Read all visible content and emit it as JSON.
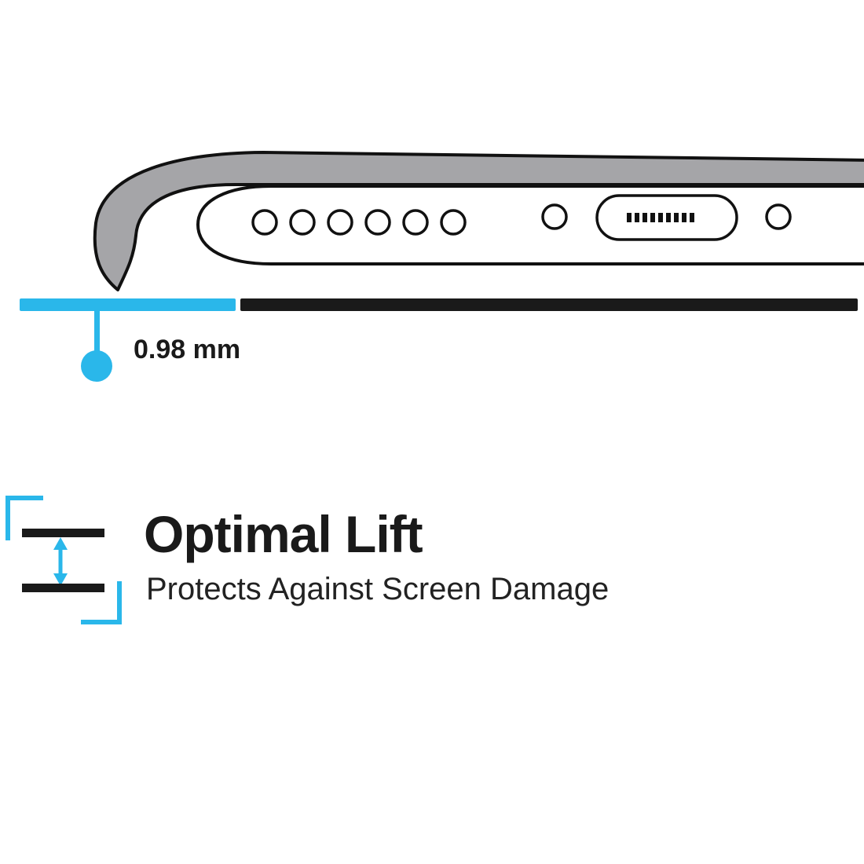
{
  "colors": {
    "accent": "#2ab7ea",
    "ink": "#1a1a1a",
    "case_gray": "#a5a5a8",
    "outline": "#111111",
    "background": "#ffffff"
  },
  "diagram": {
    "subject": "phone-case-bottom-edge-side-view",
    "measurement": "0.98 mm",
    "speaker_hole_count": 6
  },
  "feature": {
    "title": "Optimal Lift",
    "subtitle": "Protects Against Screen Damage"
  }
}
